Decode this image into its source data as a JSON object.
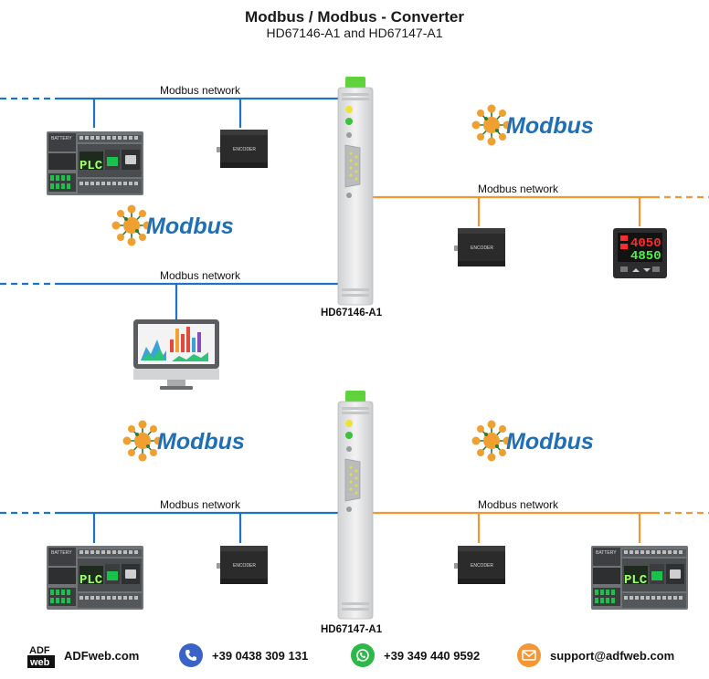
{
  "header": {
    "title": "Modbus / Modbus - Converter",
    "subtitle": "HD67146-A1 and HD67147-A1"
  },
  "networks": {
    "label": "Modbus network"
  },
  "logos": {
    "modbus_text": "Modbus"
  },
  "devices": {
    "converter_top": "HD67146-A1",
    "converter_bottom": "HD67147-A1",
    "encoder_text": "ENCODER",
    "plc_display": "PLC",
    "battery_text": "BATTERY",
    "display_top_value": "4050",
    "display_bottom_value": "4850"
  },
  "colors": {
    "blue_network": "#1e73c8",
    "orange_network": "#f39633",
    "converter_green": "#5fd13a"
  },
  "footer": {
    "brand_logo_text_top": "ADF",
    "brand_logo_text_bottom": "web",
    "brand": "ADFweb.com",
    "phone": "+39 0438 309 131",
    "whatsapp": "+39 349 440 9592",
    "email": "support@adfweb.com",
    "icons": [
      "adfweb-logo",
      "phone-icon",
      "whatsapp-icon",
      "email-icon"
    ]
  }
}
